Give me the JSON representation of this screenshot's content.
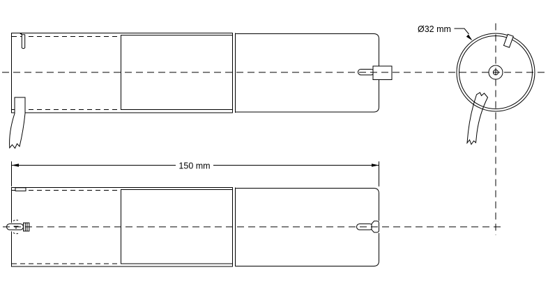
{
  "drawing": {
    "kind": "technical-drawing",
    "background_color": "#ffffff",
    "line_color": "#000000",
    "dimensions": {
      "length": {
        "label": "150 mm",
        "value": 150,
        "unit": "mm"
      },
      "diameter": {
        "label": "Ø32 mm",
        "value": 32,
        "unit": "mm"
      }
    }
  }
}
